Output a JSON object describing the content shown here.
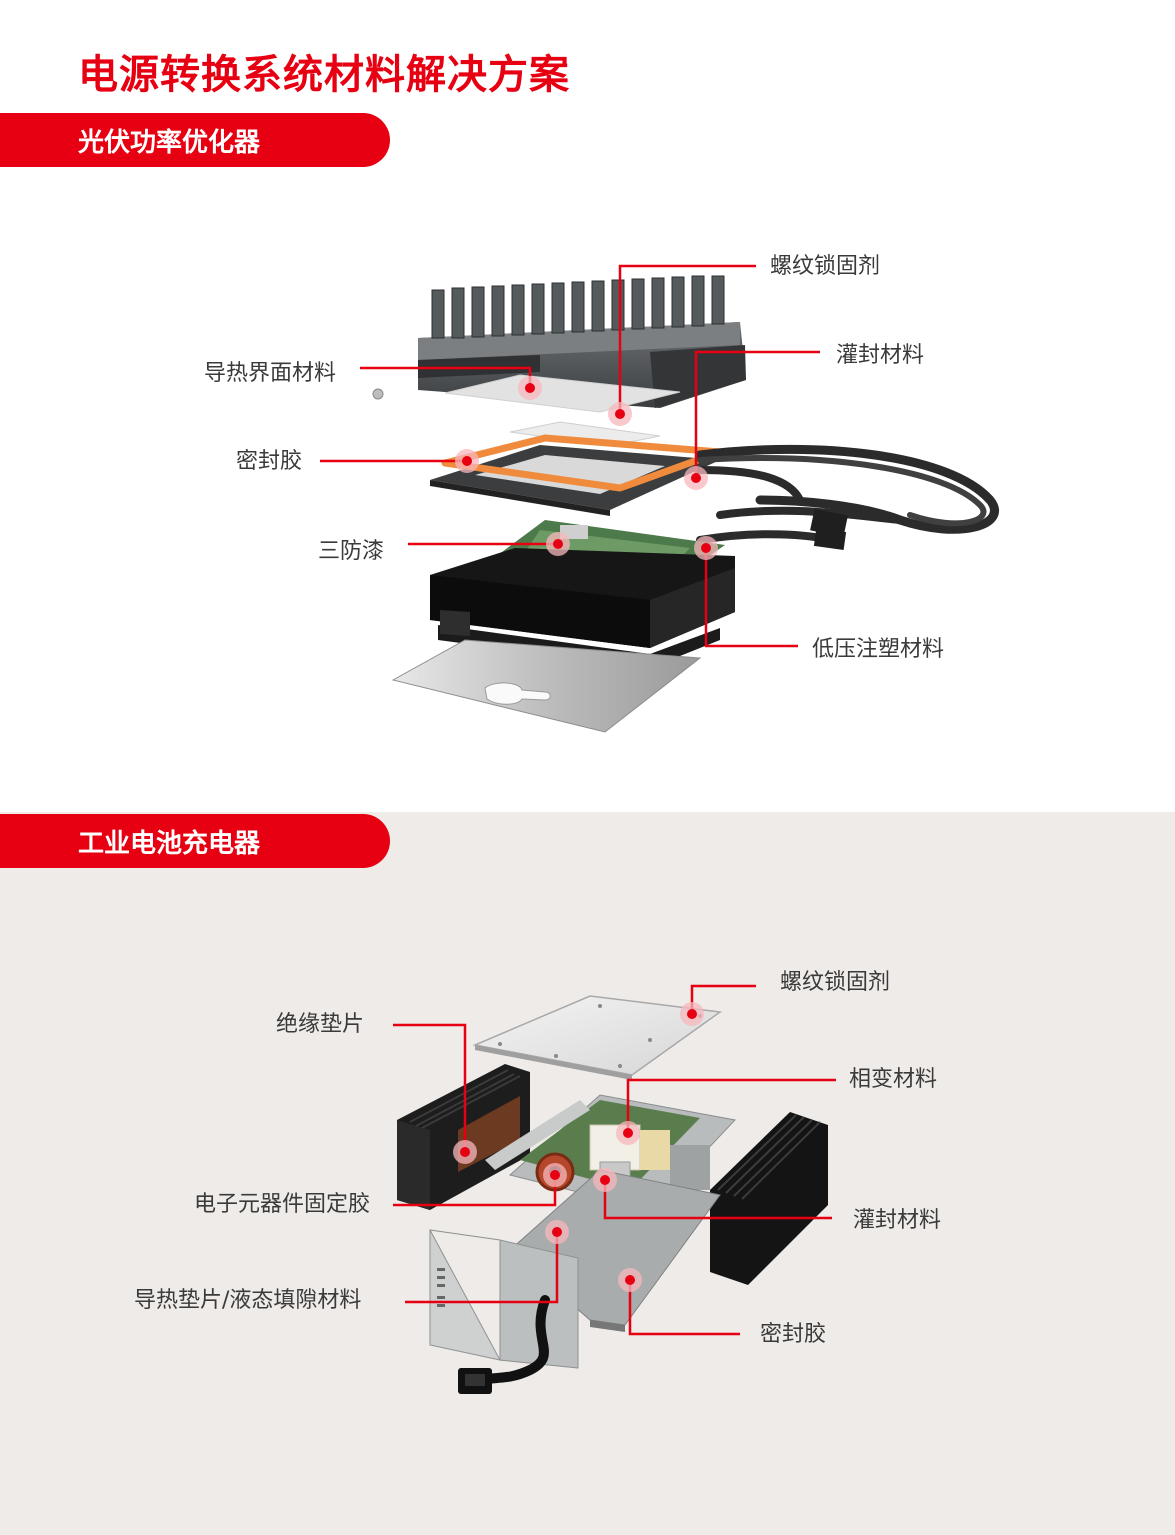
{
  "title": "电源转换系统材料解决方案",
  "section1": {
    "heading": "光伏功率优化器",
    "labels": {
      "thread_locker": "螺纹锁固剂",
      "potting": "灌封材料",
      "thermal_interface": "导热界面材料",
      "sealant": "密封胶",
      "conformal_coating": "三防漆",
      "low_pressure_molding": "低压注塑材料"
    }
  },
  "section2": {
    "heading": "工业电池充电器",
    "labels": {
      "thread_locker": "螺纹锁固剂",
      "insulation_pad": "绝缘垫片",
      "phase_change": "相变材料",
      "component_adhesive": "电子元器件固定胶",
      "potting": "灌封材料",
      "thermal_pad_gap_filler": "导热垫片/液态填隙材料",
      "sealant": "密封胶"
    }
  },
  "colors": {
    "brand_red": "#e60012",
    "bottom_background": "#efebe8"
  }
}
